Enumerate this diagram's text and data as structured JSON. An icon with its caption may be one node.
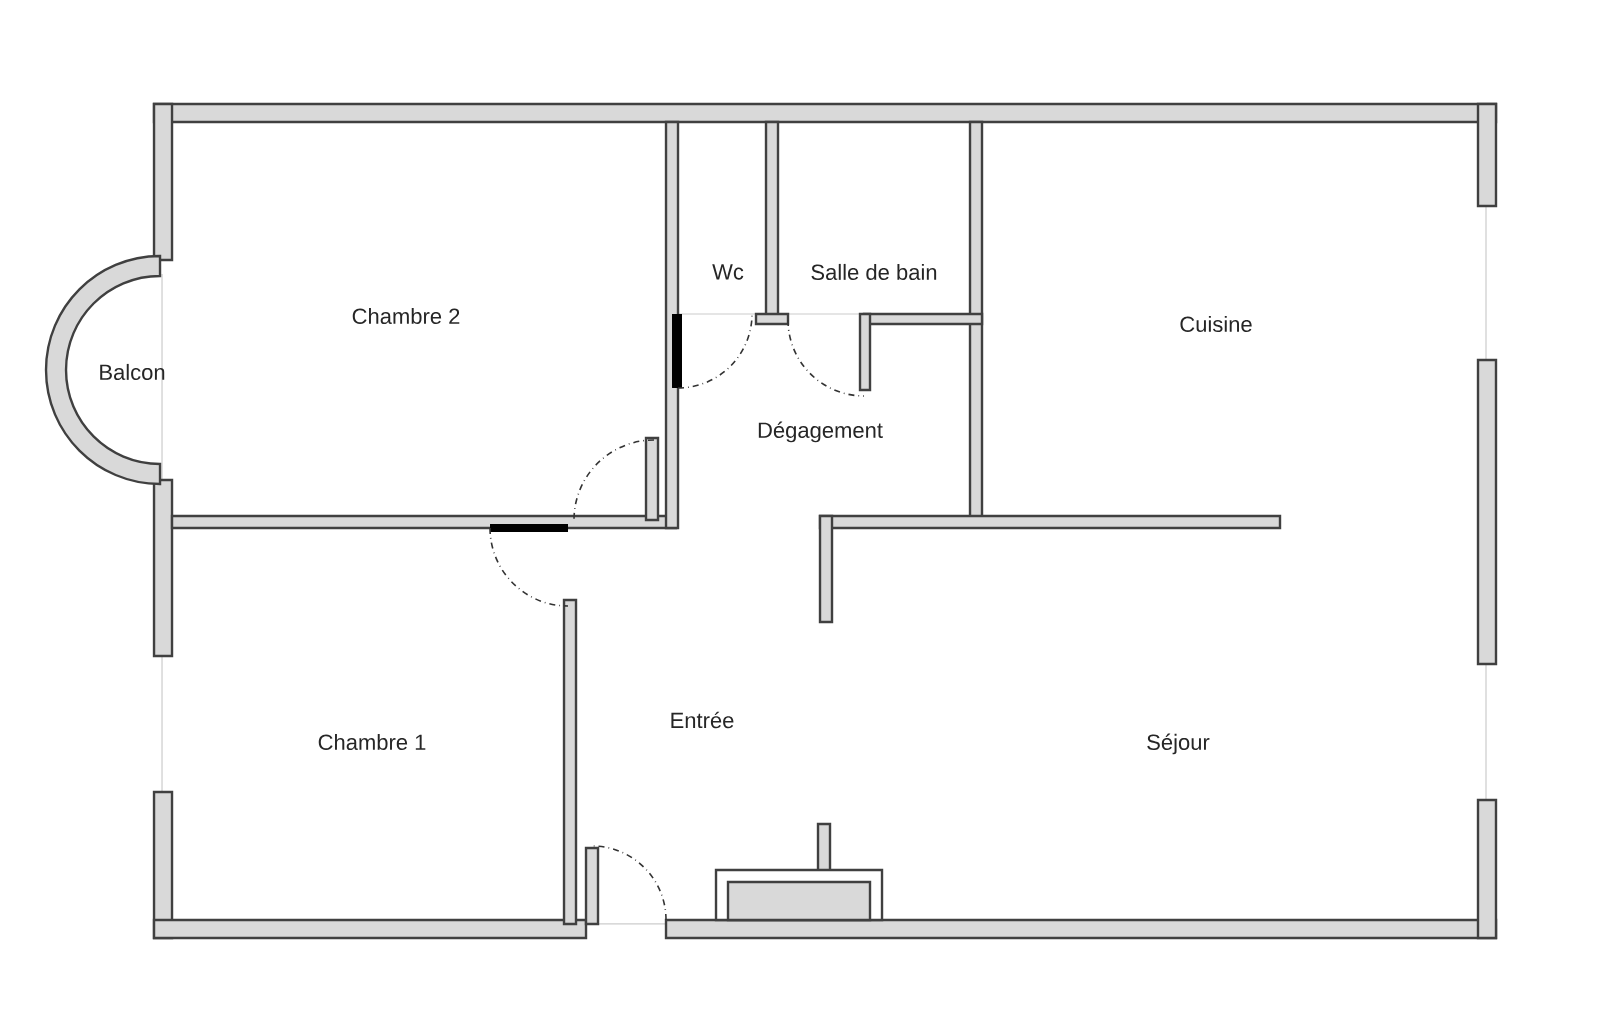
{
  "diagram": {
    "labels": [
      "Wc",
      "Salle de bain",
      "Chambre 2",
      "Cuisine",
      "Balcon",
      "Dégagement",
      "Entrée",
      "Chambre 1",
      "Séjour"
    ]
  }
}
